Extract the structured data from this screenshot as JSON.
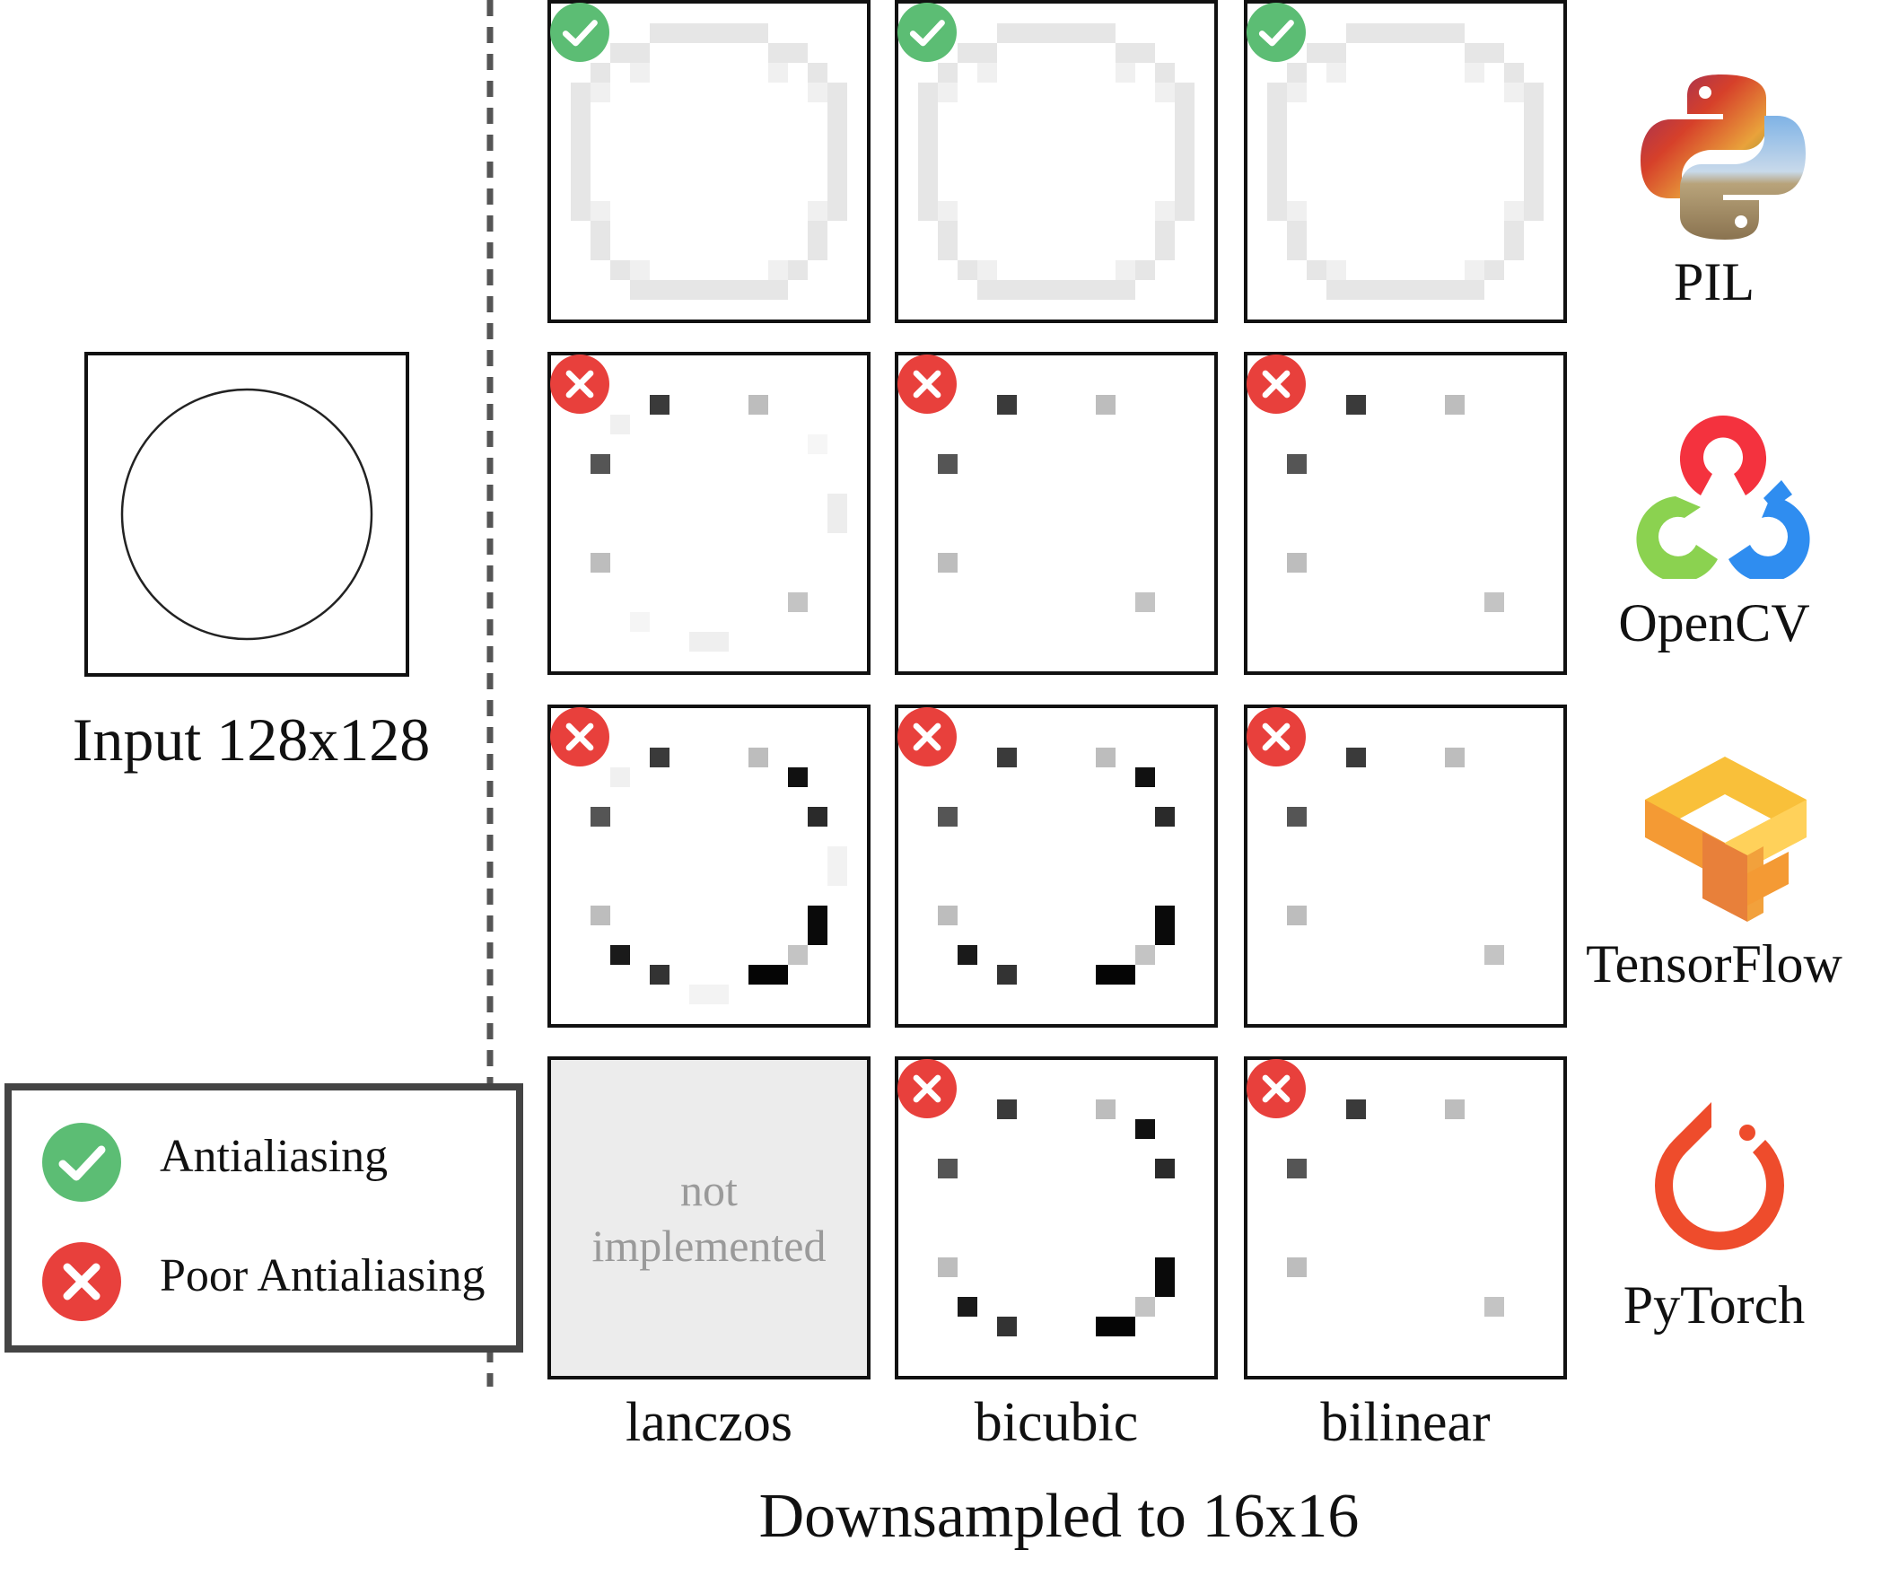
{
  "input_label": "Input 128x128",
  "axis_label": "Downsampled to 16x16",
  "methods": [
    "lanczos",
    "bicubic",
    "bilinear"
  ],
  "libraries": [
    "PIL",
    "OpenCV",
    "TensorFlow",
    "PyTorch"
  ],
  "not_implemented": [
    "not",
    "implemented"
  ],
  "legend": {
    "good": "Antialiasing",
    "bad": "Poor Antialiasing"
  },
  "results": [
    [
      "good",
      "good",
      "good"
    ],
    [
      "bad",
      "bad",
      "bad"
    ],
    [
      "bad",
      "bad",
      "bad"
    ],
    [
      "not_implemented",
      "bad",
      "bad"
    ]
  ],
  "colors": {
    "good": "#5cbd74",
    "bad": "#e8403c",
    "pil_ring": "#e8e8e8",
    "opencv_red": "#f4323e",
    "opencv_green": "#8bd250",
    "opencv_blue": "#2f8df0",
    "tensorflow_orange": "#f2a13c",
    "pytorch": "#ee4c2c"
  },
  "icons": {
    "good": "check-icon",
    "bad": "cross-icon"
  }
}
